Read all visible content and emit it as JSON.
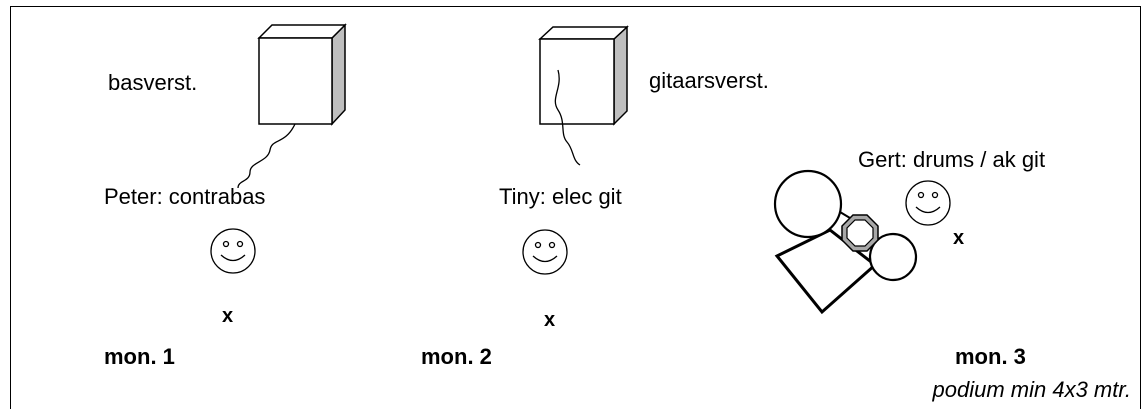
{
  "labels": {
    "bass_amp": "basverst.",
    "guitar_amp": "gitaarsverst.",
    "peter": "Peter: contrabas",
    "tiny": "Tiny: elec git",
    "gert": "Gert: drums / ak git",
    "mark_1": "x",
    "mark_2": "x",
    "mark_3": "x",
    "mon_1": "mon. 1",
    "mon_2": "mon. 2",
    "mon_3": "mon. 3",
    "stage_size": "podium min 4x3 mtr."
  }
}
